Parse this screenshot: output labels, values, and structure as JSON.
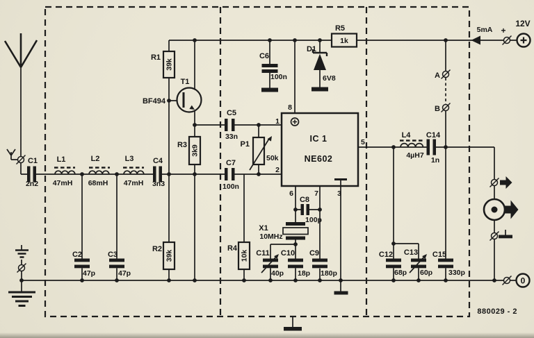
{
  "doc": {
    "number": "880029 - 2"
  },
  "power": {
    "voltage": "12V",
    "current": "5mA",
    "plus": "+",
    "zero": "0"
  },
  "link_points": {
    "a": "A",
    "b": "B"
  },
  "ic1": {
    "ref": "IC 1",
    "part": "NE602",
    "pin1": "1",
    "pin2": "2",
    "pin3": "3",
    "pin5": "5",
    "pin6": "6",
    "pin7": "7",
    "pin8": "8"
  },
  "transistor_t1": {
    "ref": "T1",
    "part": "BF494"
  },
  "diode_d1": {
    "ref": "D1",
    "value": "6V8"
  },
  "crystal_x1": {
    "ref": "X1",
    "value": "10MHz"
  },
  "pot_p1": {
    "ref": "P1",
    "value": "50k"
  },
  "resistors": {
    "r1": {
      "ref": "R1",
      "value": "39k"
    },
    "r2": {
      "ref": "R2",
      "value": "39k"
    },
    "r3": {
      "ref": "R3",
      "value": "3k9"
    },
    "r4": {
      "ref": "R4",
      "value": "10k"
    },
    "r5": {
      "ref": "R5",
      "value": "1k"
    }
  },
  "capacitors": {
    "c1": {
      "ref": "C1",
      "value": "2n2"
    },
    "c2": {
      "ref": "C2",
      "value": "47p"
    },
    "c3": {
      "ref": "C3",
      "value": "47p"
    },
    "c4": {
      "ref": "C4",
      "value": "3n3"
    },
    "c5": {
      "ref": "C5",
      "value": "33n"
    },
    "c6": {
      "ref": "C6",
      "value": "100n"
    },
    "c7": {
      "ref": "C7",
      "value": "100n"
    },
    "c8": {
      "ref": "C8",
      "value": "100p"
    },
    "c9": {
      "ref": "C9",
      "value": "180p"
    },
    "c10": {
      "ref": "C10",
      "value": "18p"
    },
    "c11": {
      "ref": "C11",
      "value": "40p"
    },
    "c12": {
      "ref": "C12",
      "value": "68p"
    },
    "c13": {
      "ref": "C13",
      "value": "60p"
    },
    "c14": {
      "ref": "C14",
      "value": "1n"
    },
    "c15": {
      "ref": "C15",
      "value": "330p"
    }
  },
  "inductors": {
    "l1": {
      "ref": "L1",
      "value": "47mH"
    },
    "l2": {
      "ref": "L2",
      "value": "68mH"
    },
    "l3": {
      "ref": "L3",
      "value": "47mH"
    },
    "l4": {
      "ref": "L4",
      "value": "4µH7"
    }
  }
}
